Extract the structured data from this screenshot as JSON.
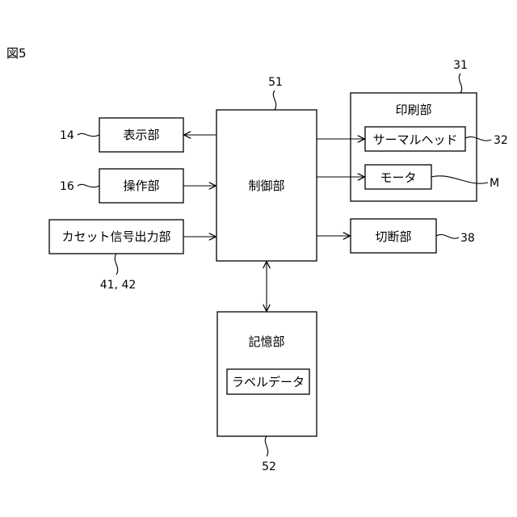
{
  "figure_label": "図5",
  "blocks": {
    "display": {
      "label": "表示部",
      "ref": "14"
    },
    "operation": {
      "label": "操作部",
      "ref": "16"
    },
    "cassette_signal": {
      "label": "カセット信号出力部",
      "ref": "41, 42"
    },
    "control": {
      "label": "制御部",
      "ref": "51"
    },
    "printing": {
      "label": "印刷部",
      "ref": "31"
    },
    "thermal_head": {
      "label": "サーマルヘッド",
      "ref": "32"
    },
    "motor": {
      "label": "モータ",
      "ref": "M"
    },
    "cutting": {
      "label": "切断部",
      "ref": "38"
    },
    "storage": {
      "label": "記憶部",
      "ref": "52"
    },
    "label_data": {
      "label": "ラベルデータ"
    }
  }
}
